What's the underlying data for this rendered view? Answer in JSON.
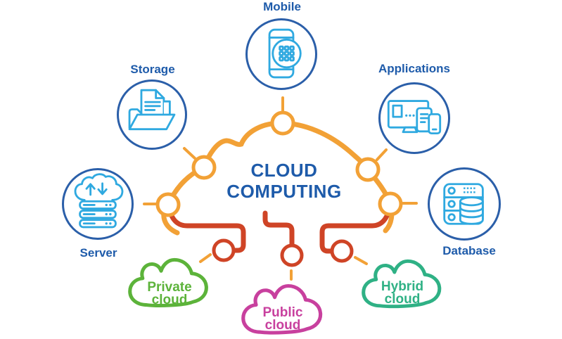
{
  "diagram": {
    "title": {
      "line1": "CLOUD",
      "line2": "COMPUTING"
    },
    "nodes": [
      {
        "id": "mobile",
        "label": "Mobile",
        "icon": "smartphone-dialpad-icon"
      },
      {
        "id": "storage",
        "label": "Storage",
        "icon": "folder-documents-icon"
      },
      {
        "id": "applications",
        "label": "Applications",
        "icon": "devices-icon"
      },
      {
        "id": "server",
        "label": "Server",
        "icon": "cloud-server-icon"
      },
      {
        "id": "database",
        "label": "Database",
        "icon": "database-rack-icon"
      }
    ],
    "deployment_clouds": [
      {
        "id": "private",
        "line1": "Private",
        "line2": "cloud",
        "color": "#5CB33A"
      },
      {
        "id": "public",
        "line1": "Public",
        "line2": "cloud",
        "color": "#C8409E"
      },
      {
        "id": "hybrid",
        "line1": "Hybrid",
        "line2": "cloud",
        "color": "#2FB185"
      }
    ],
    "colors": {
      "title_blue": "#1E5BAA",
      "label_blue": "#1E5BAA",
      "ring_blue": "#2B5FA9",
      "icon_blue": "#2FA9E0",
      "cloud_outline_orange": "#F2A136",
      "cloud_outline_red": "#CF4426",
      "private_green": "#5CB33A",
      "public_magenta": "#C8409E",
      "hybrid_teal": "#2FB185"
    }
  }
}
